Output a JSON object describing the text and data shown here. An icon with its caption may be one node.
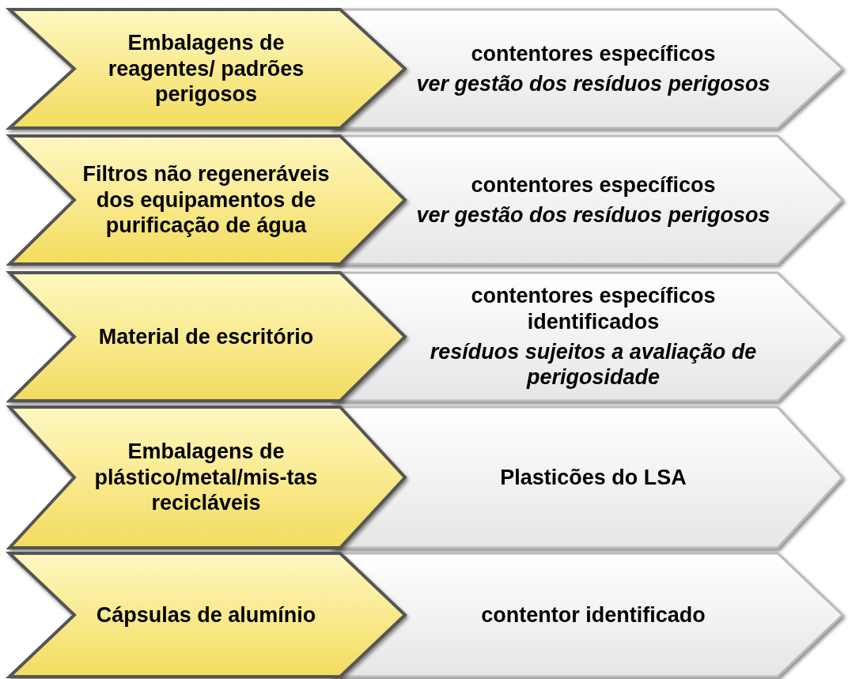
{
  "diagram": {
    "nodes": [
      {
        "text": [
          "Embalagens de reagentes/ padrões perigosos"
        ]
      },
      {
        "text": [
          "contentores específicos",
          "ver gestão dos resíduos perigosos"
        ]
      },
      {
        "text": [
          "Filtros não regeneráveis dos equipamentos de purificação de água"
        ]
      },
      {
        "text": [
          "contentores específicos",
          "ver gestão dos resíduos perigosos"
        ]
      },
      {
        "text": [
          "Material de escritório"
        ]
      },
      {
        "text": [
          "contentores específicos identificados",
          "resíduos sujeitos a avaliação de perigosidade"
        ]
      },
      {
        "text": [
          "Embalagens de plástico/metal/mis-tas recicláveis"
        ]
      },
      {
        "text": [
          "Plasticões do LSA"
        ]
      },
      {
        "text": [
          "Cápsulas de alumínio"
        ]
      },
      {
        "text": [
          "contentor identificado"
        ]
      }
    ]
  }
}
